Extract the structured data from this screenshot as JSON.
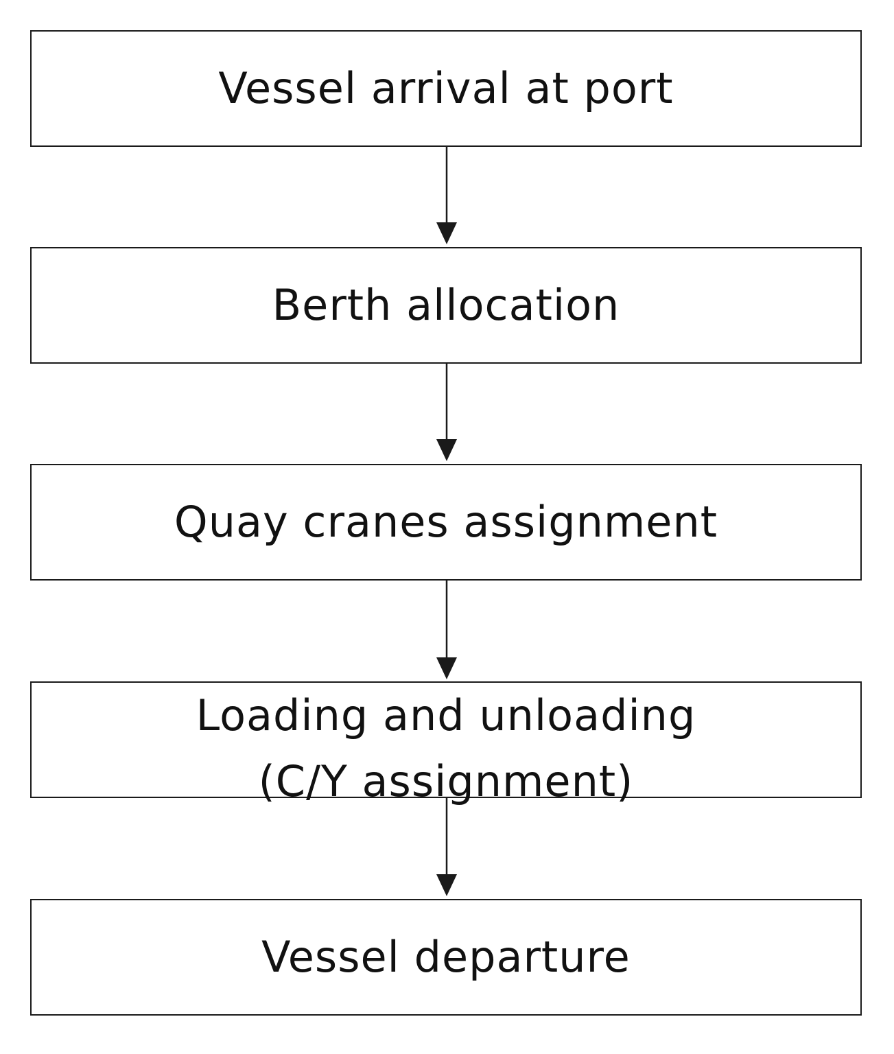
{
  "flowchart": {
    "steps": [
      {
        "lines": [
          "Vessel arrival at port"
        ]
      },
      {
        "lines": [
          "Berth allocation"
        ]
      },
      {
        "lines": [
          "Quay cranes assignment"
        ]
      },
      {
        "lines": [
          "Loading and unloading",
          "(C/Y assignment)"
        ]
      },
      {
        "lines": [
          "Vessel departure"
        ]
      }
    ],
    "colors": {
      "stroke": "#1a1a1a",
      "background": "#ffffff"
    }
  }
}
